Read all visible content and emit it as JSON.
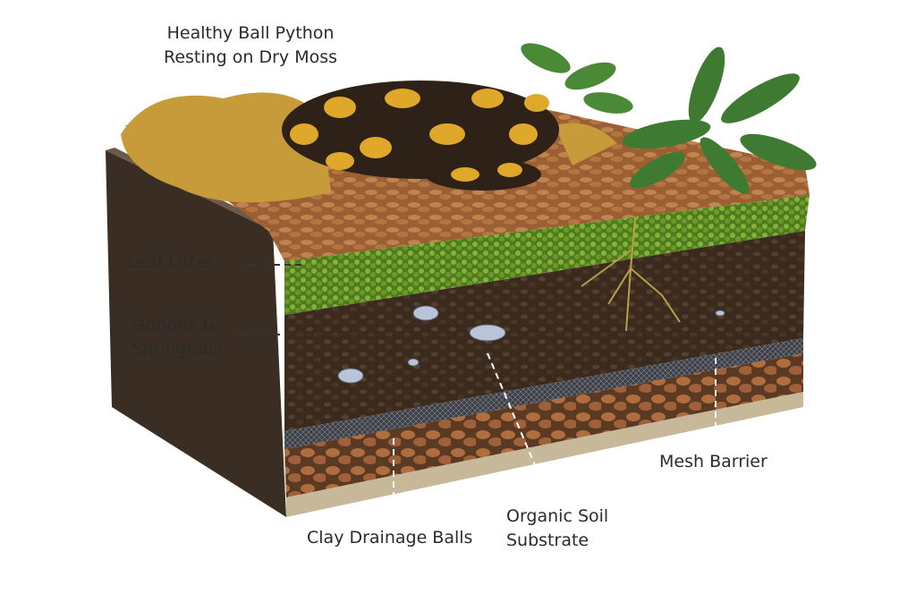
{
  "labels": {
    "python": [
      "Healthy Ball Python",
      "Resting on Dry Moss"
    ],
    "leaf_litter": "Leaf Litter",
    "isopods": [
      "Isopods &",
      "Springtails"
    ],
    "clay": "Clay Drainage Balls",
    "soil": [
      "Organic Soil",
      "Substrate"
    ],
    "mesh": "Mesh Barrier"
  },
  "colors": {
    "wall": "#3a2e24",
    "leaf_litter": "#a86a3a",
    "moss": "#6f9a2a",
    "soil": "#3b2a1e",
    "mesh": "#4a4c52",
    "clay": "#a8663a",
    "base": "#c8b89a",
    "python_dark": "#2e2218",
    "python_yellow": "#e0a82a",
    "plant": "#3e8a3a",
    "dry_moss": "#c79a3a"
  }
}
